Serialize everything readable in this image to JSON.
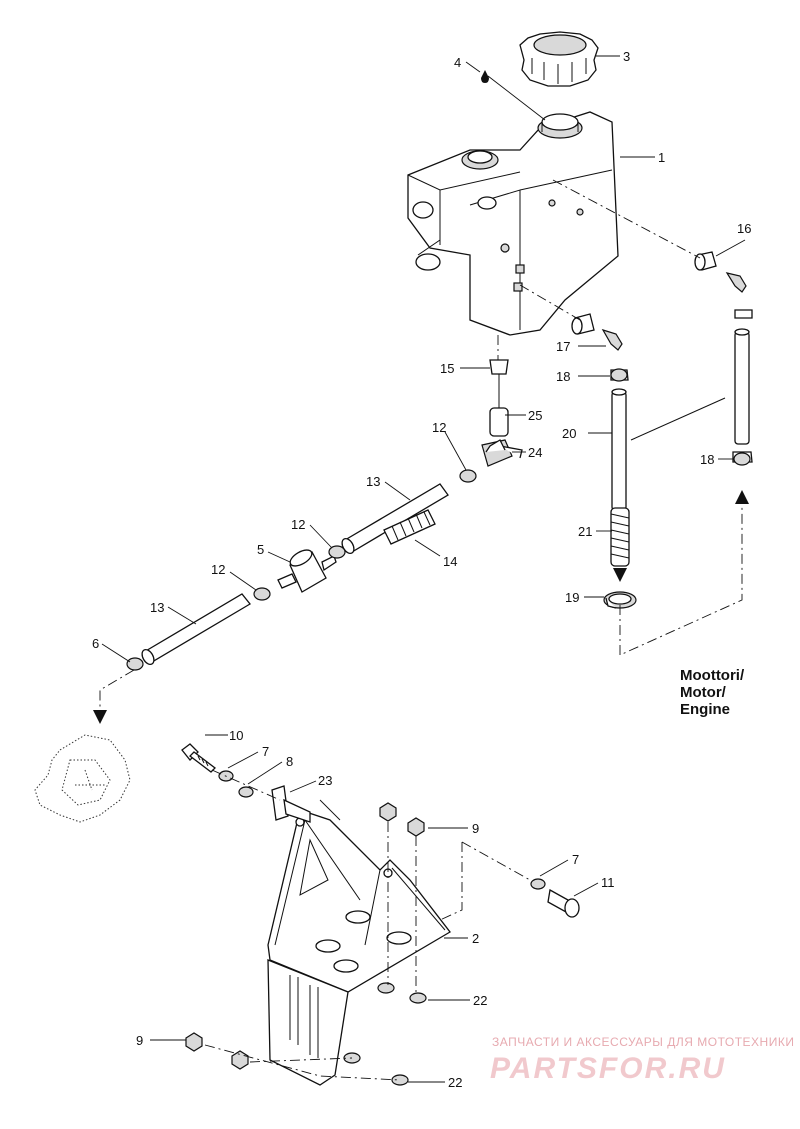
{
  "callouts": {
    "c1": "1",
    "c2": "2",
    "c3": "3",
    "c4": "4",
    "c5": "5",
    "c6": "6",
    "c7a": "7",
    "c7b": "7",
    "c8": "8",
    "c9a": "9",
    "c9b": "9",
    "c10": "10",
    "c11": "11",
    "c12a": "12",
    "c12b": "12",
    "c12c": "12",
    "c13a": "13",
    "c13b": "13",
    "c14": "14",
    "c15": "15",
    "c16": "16",
    "c17": "17",
    "c18a": "18",
    "c18b": "18",
    "c19": "19",
    "c20": "20",
    "c21": "21",
    "c22a": "22",
    "c22b": "22",
    "c23": "23",
    "c24": "24",
    "c25": "25"
  },
  "engine_label": [
    "Moottori/",
    "Motor/",
    "Engine"
  ],
  "watermark": {
    "tagline": "ЗАПЧАСТИ И АКСЕССУАРЫ ДЛЯ МОТОТЕХНИКИ",
    "brand": "PARTSFOR.RU"
  },
  "colors": {
    "line": "#111111",
    "watermark": "#e7aab0"
  }
}
